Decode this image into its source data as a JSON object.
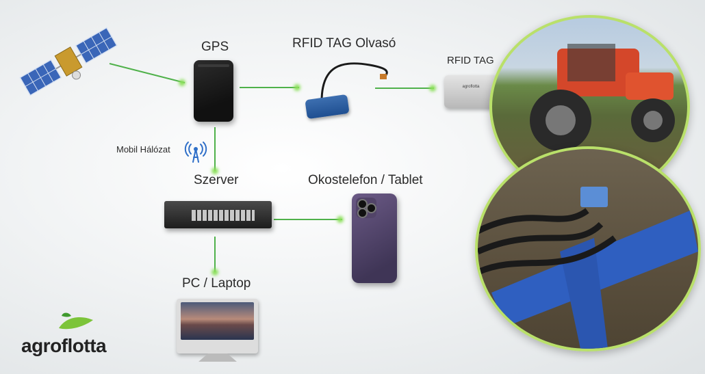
{
  "labels": {
    "gps": "GPS",
    "rfid_reader": "RFID TAG Olvasó",
    "rfid_tag": "RFID TAG",
    "mobile_network": "Mobil Hálózat",
    "server": "Szerver",
    "smartphone": "Okostelefon / Tablet",
    "pc": "PC / Laptop"
  },
  "tag_print": "agroflotta",
  "logo": {
    "text": "agroflotta"
  },
  "colors": {
    "link": "#4fb14a",
    "accent": "#b9e06a",
    "reader": "#2a5ea3"
  },
  "icons": [
    "satellite-icon",
    "antenna-icon",
    "gps-device",
    "rfid-reader",
    "rfid-tag-box",
    "network-switch",
    "smartphone",
    "pc-monitor",
    "tractor-photo",
    "plough-photo",
    "leaf-logo-icon"
  ]
}
